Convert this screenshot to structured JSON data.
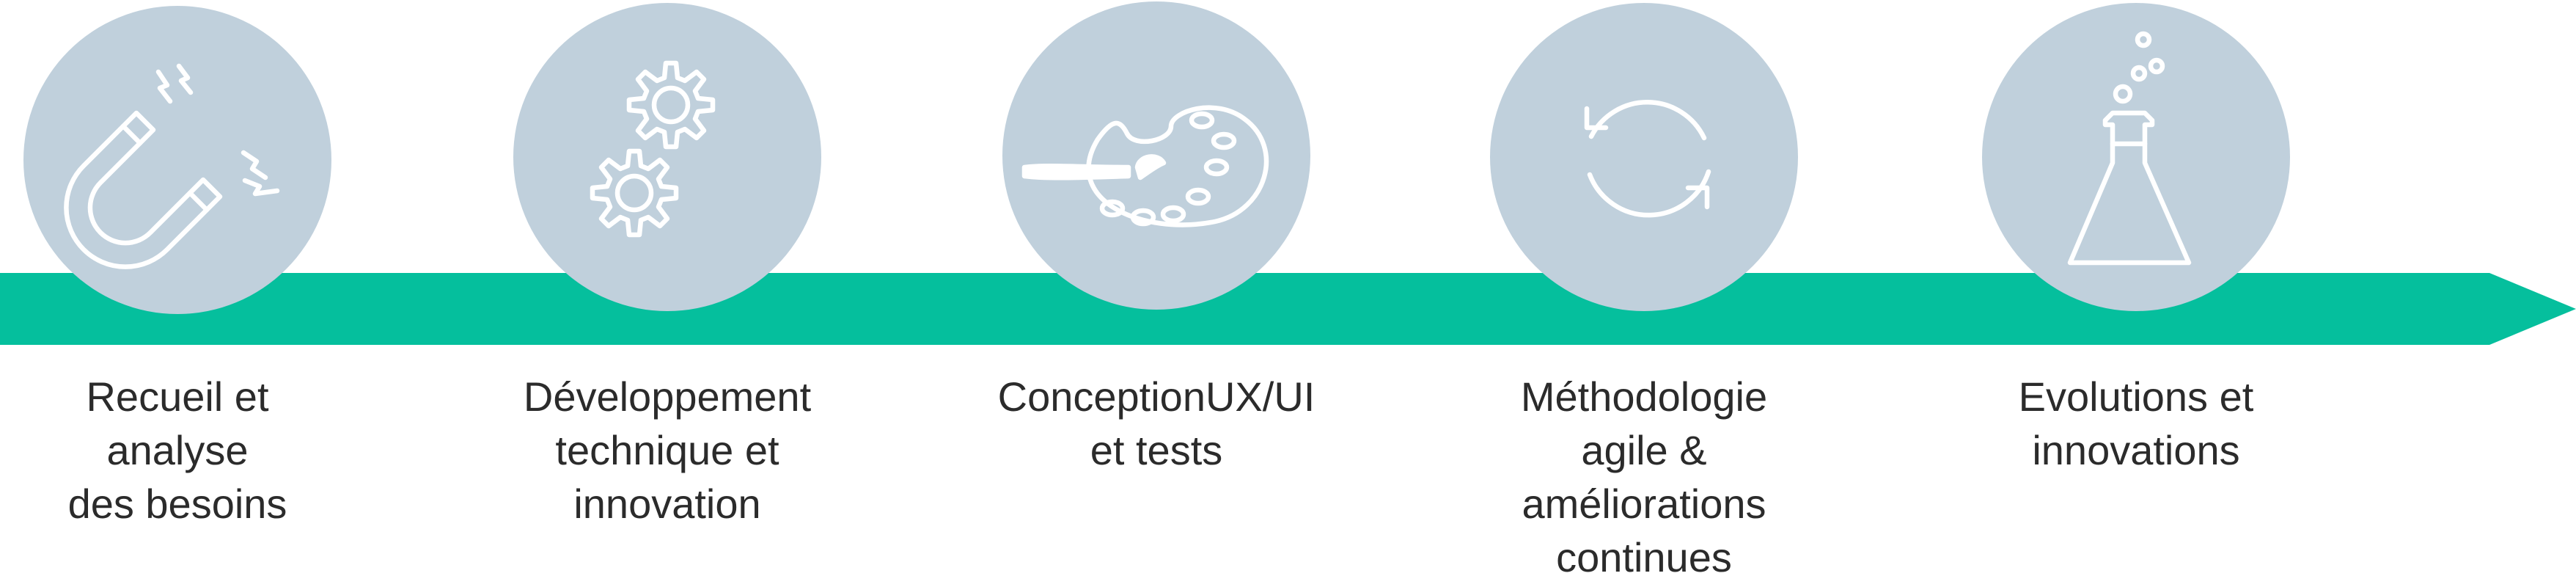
{
  "timeline": {
    "colors": {
      "band": "#05bf9d",
      "circle": "#c0d0dc",
      "icon": "#ffffff",
      "text": "#2b2b2b"
    },
    "steps": [
      {
        "icon": "magnet-icon",
        "label": "Recueil et\nanalyse\ndes besoins"
      },
      {
        "icon": "gears-icon",
        "label": "Développement\ntechnique et\ninnovation"
      },
      {
        "icon": "palette-icon",
        "label": "ConceptionUX/UI\net tests"
      },
      {
        "icon": "refresh-cycle-icon",
        "label": "Méthodologie\nagile &\naméliorations\ncontinues"
      },
      {
        "icon": "flask-icon",
        "label": "Evolutions et\ninnovations"
      }
    ]
  }
}
